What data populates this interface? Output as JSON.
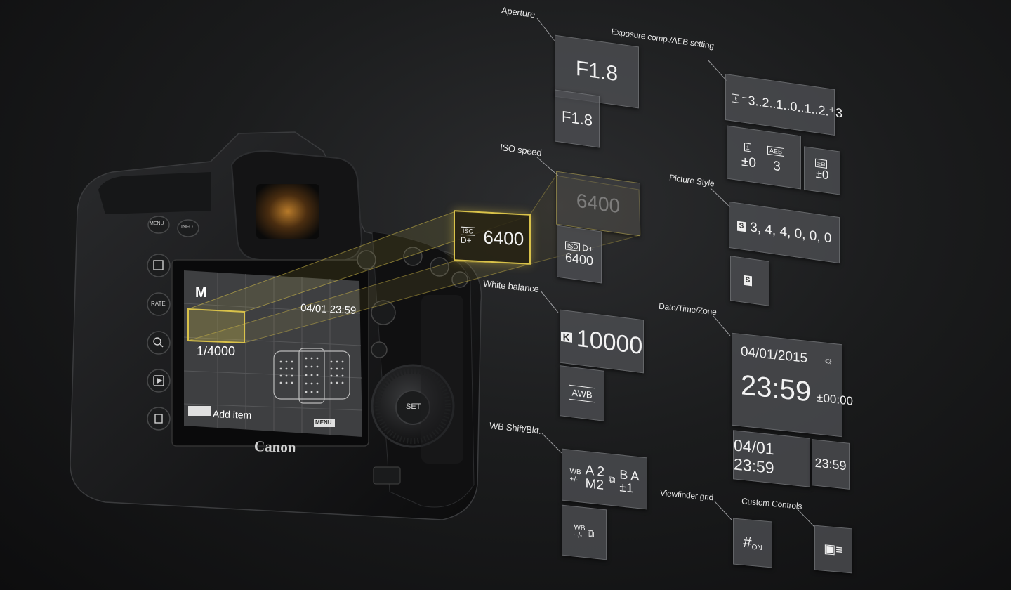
{
  "labels": {
    "aperture": "Aperture",
    "exposure_comp": "Exposure comp./AEB setting",
    "iso_speed": "ISO speed",
    "picture_style": "Picture Style",
    "white_balance": "White balance",
    "date_time_zone": "Date/Time/Zone",
    "wb_shift": "WB Shift/Bkt.",
    "viewfinder_grid": "Viewfinder grid",
    "custom_controls": "Custom Controls"
  },
  "tiles": {
    "aperture_large": "F1.8",
    "aperture_small": "F1.8",
    "exposure_scale": "⁻3..2..1..0..1..2.⁺3",
    "exposure_value": "±0",
    "aeb_value": "3",
    "exposure_small_value": "±0",
    "iso_highlight_prefix": "ISO",
    "iso_highlight_sub": "D+",
    "iso_highlight_value": "6400",
    "iso_ghost_value": "6400",
    "iso_small_value": "6400",
    "picture_style_values": "3, 4, 4, 0, 0, 0",
    "wb_kelvin_icon": "K",
    "wb_kelvin_value": "10000",
    "wb_awb": "AWB",
    "date_large": "04/01/2015",
    "time_large": "23:59",
    "tz_large": "±00:00",
    "date_time_medium": "04/01 23:59",
    "time_small": "23:59",
    "wb_shift_a": "A 2",
    "wb_shift_m": "M2",
    "wb_shift_ba": "B A",
    "wb_shift_pm": "±1",
    "wb_icon": "WB",
    "wb_pm_icon": "+/-",
    "grid_on": "ON"
  },
  "camera": {
    "brand": "Canon",
    "screen_mode": "M",
    "screen_datetime": "04/01 23:59",
    "screen_shutter": "1/4000",
    "screen_add_item": "Add item",
    "screen_menu": "MENU",
    "set_button": "SET",
    "menu_button": "MENU",
    "info_button": "INFO.",
    "rate_button": "RATE"
  },
  "colors": {
    "highlight": "#d9c24a",
    "tile_bg": "#4e5053",
    "background": "#1b1c1d"
  }
}
